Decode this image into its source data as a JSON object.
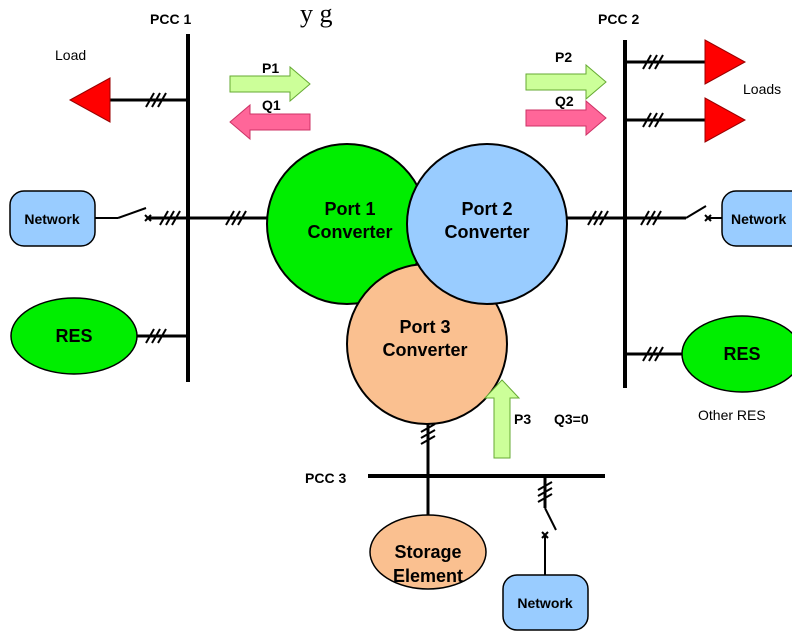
{
  "title": "y                    g",
  "pcc": {
    "p1": "PCC 1",
    "p2": "PCC 2",
    "p3": "PCC 3"
  },
  "converters": {
    "c1": [
      "Port 1",
      "Converter"
    ],
    "c2": [
      "Port 2",
      "Converter"
    ],
    "c3": [
      "Port 3",
      "Converter"
    ]
  },
  "flows": {
    "p1": "P1",
    "q1": "Q1",
    "p2": "P2",
    "q2": "Q2",
    "p3": "P3",
    "q3": "Q3=0"
  },
  "left": {
    "load": "Load",
    "network": "Network",
    "res": "RES"
  },
  "right": {
    "loads": "Loads",
    "network": "Network",
    "res": "RES",
    "other_res": "Other RES"
  },
  "bottom": {
    "storage": [
      "Storage",
      "Element"
    ],
    "network": "Network"
  },
  "colors": {
    "green": "#00ee00",
    "blue": "#99ccff",
    "peach": "#fac090",
    "red": "#ff0000",
    "light_green_arrow": "#ccff99",
    "pink_arrow": "#ff6699"
  }
}
